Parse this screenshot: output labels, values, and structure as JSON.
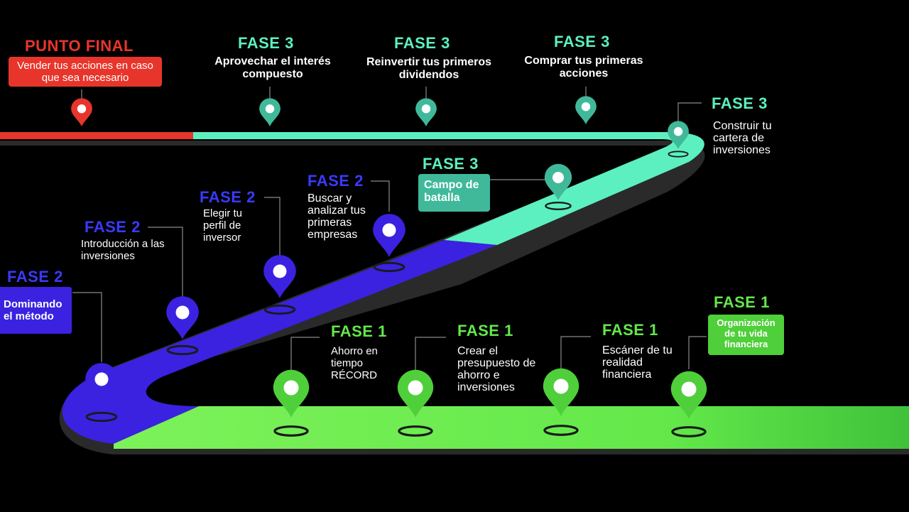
{
  "colors": {
    "background": "#000000",
    "red": "#e8352b",
    "teal": "#5cf0c0",
    "teal_pin": "#3fb99a",
    "purple": "#3a22e0",
    "green": "#63e84a",
    "green_pin": "#4fcf3a"
  },
  "final": {
    "title": "PUNTO FINAL",
    "text": "Vender tus acciones en caso que sea necesario"
  },
  "phase3": [
    {
      "title": "FASE 3",
      "text": "Aprovechar el interés compuesto"
    },
    {
      "title": "FASE 3",
      "text": "Reinvertir tus primeros dividendos"
    },
    {
      "title": "FASE 3",
      "text": "Comprar tus primeras acciones"
    },
    {
      "title": "FASE 3",
      "text": "Construir tu cartera de inversiones"
    },
    {
      "title": "FASE 3",
      "text": "Campo de batalla"
    }
  ],
  "phase2": [
    {
      "title": "FASE 2",
      "text": "Buscar y analizar tus primeras empresas"
    },
    {
      "title": "FASE 2",
      "text": "Elegir tu perfil de inversor"
    },
    {
      "title": "FASE 2",
      "text": "Introducción a las inversiones"
    },
    {
      "title": "FASE 2",
      "text": "Dominando el método"
    }
  ],
  "phase1": [
    {
      "title": "FASE 1",
      "text": "Ahorro en tiempo RÉCORD"
    },
    {
      "title": "FASE 1",
      "text": "Crear el presupuesto de ahorro e inversiones"
    },
    {
      "title": "FASE 1",
      "text": "Escáner de tu realidad financiera"
    },
    {
      "title": "FASE 1",
      "text": "Organización de tu vida financiera"
    }
  ]
}
